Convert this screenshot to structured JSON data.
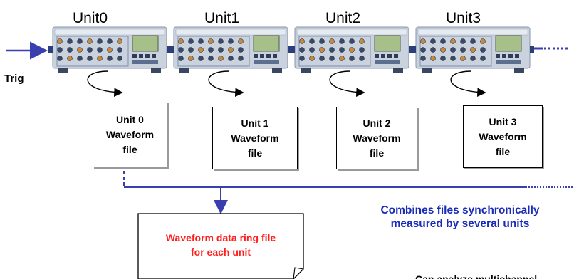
{
  "units": [
    {
      "title": "Unit0",
      "file_label": "Unit 0\nWaveform\nfile"
    },
    {
      "title": "Unit1",
      "file_label": "Unit 1\nWaveform\nfile"
    },
    {
      "title": "Unit2",
      "file_label": "Unit 2\nWaveform\nfile"
    },
    {
      "title": "Unit3",
      "file_label": "Unit 3\nWaveform\nfile"
    }
  ],
  "trigger_label": "Trig",
  "combine_caption_line1": "Combines files synchronically",
  "combine_caption_line2": "measured by several units",
  "ring_file_label": "Waveform data ring file\nfor each unit",
  "bottom_caption": "Can analyze multichannel",
  "colors": {
    "bus_line": "#3a3fb0",
    "caption": "#1a2bb8",
    "ring_text": "#ff1f1f",
    "device_body": "#c9d2dd",
    "device_panel": "#7d8fb0"
  }
}
